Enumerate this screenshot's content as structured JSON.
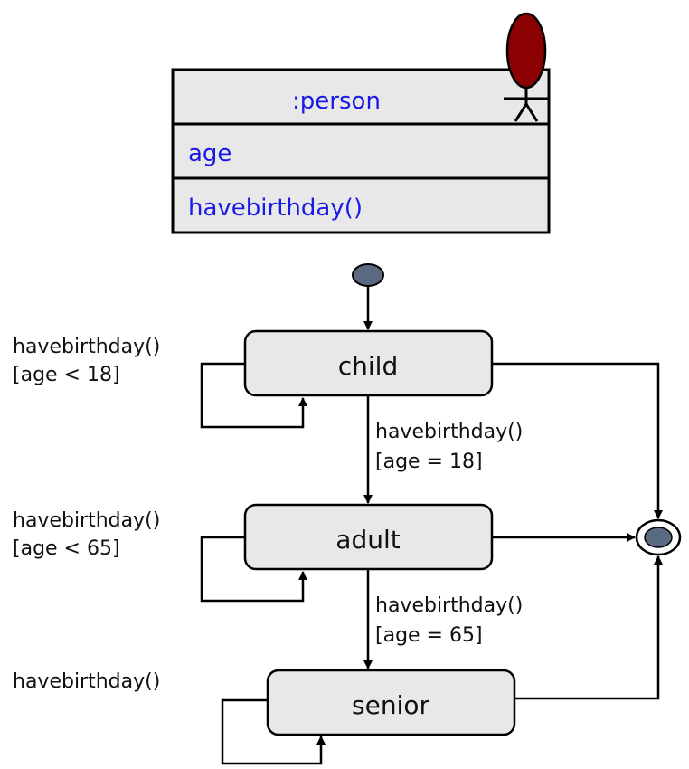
{
  "class_box": {
    "name": ":person",
    "attribute": "age",
    "operation": "havebirthday()"
  },
  "states": {
    "child": "child",
    "adult": "adult",
    "senior": "senior"
  },
  "transitions": {
    "child_self": {
      "event": "havebirthday()",
      "guard": "[age < 18]"
    },
    "child_to_adult": {
      "event": "havebirthday()",
      "guard": "[age = 18]"
    },
    "adult_self": {
      "event": "havebirthday()",
      "guard": "[age < 65]"
    },
    "adult_to_senior": {
      "event": "havebirthday()",
      "guard": "[age = 65]"
    },
    "senior_self": {
      "event": "havebirthday()"
    }
  },
  "colors": {
    "actor_head": "#8b0000",
    "pseudostate": "#5a6a80",
    "box_fill": "#e8e8e8",
    "class_text": "#1a1ae6"
  }
}
